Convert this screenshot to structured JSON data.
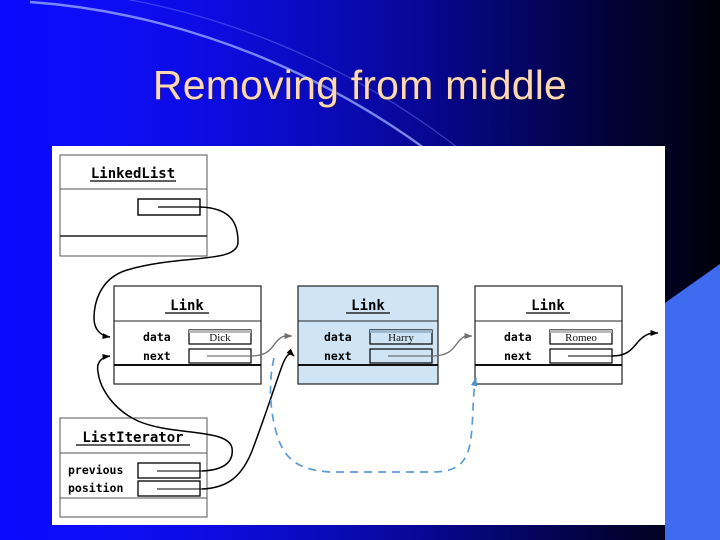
{
  "slide": {
    "title": "Removing from middle",
    "title_color": "#fbd9b2",
    "background": {
      "gradient_from": "#0a0aff",
      "gradient_to": "#000008",
      "arc_color": "#8fa8ff",
      "corner_shape_color": "#3f6bf0"
    }
  },
  "diagram": {
    "panel_color": "#ffffff",
    "highlight_color": "#cfe4f5",
    "line_color": "#000000",
    "dashed_arrow_color": "#5b9bd5",
    "boxes": [
      {
        "id": "linkedlist",
        "class_name": "LinkedList",
        "fields": [
          {
            "label": "",
            "value": "",
            "kind": "pointer"
          }
        ]
      },
      {
        "id": "link-dick",
        "class_name": "Link",
        "highlighted": false,
        "fields": [
          {
            "label": "data",
            "value": "Dick",
            "kind": "value"
          },
          {
            "label": "next",
            "value": "",
            "kind": "pointer"
          }
        ]
      },
      {
        "id": "link-harry",
        "class_name": "Link",
        "highlighted": true,
        "fields": [
          {
            "label": "data",
            "value": "Harry",
            "kind": "value"
          },
          {
            "label": "next",
            "value": "",
            "kind": "pointer"
          }
        ]
      },
      {
        "id": "link-romeo",
        "class_name": "Link",
        "highlighted": false,
        "fields": [
          {
            "label": "data",
            "value": "Romeo",
            "kind": "value"
          },
          {
            "label": "next",
            "value": "",
            "kind": "pointer"
          }
        ]
      },
      {
        "id": "listiterator",
        "class_name": "ListIterator",
        "fields": [
          {
            "label": "previous",
            "value": "",
            "kind": "pointer"
          },
          {
            "label": "position",
            "value": "",
            "kind": "pointer"
          }
        ]
      }
    ],
    "labels": {
      "linkedlist": "LinkedList",
      "listiterator": "ListIterator",
      "link": "Link",
      "data": "data",
      "next": "next",
      "previous": "previous",
      "position": "position",
      "value_dick": "Dick",
      "value_harry": "Harry",
      "value_romeo": "Romeo"
    }
  }
}
